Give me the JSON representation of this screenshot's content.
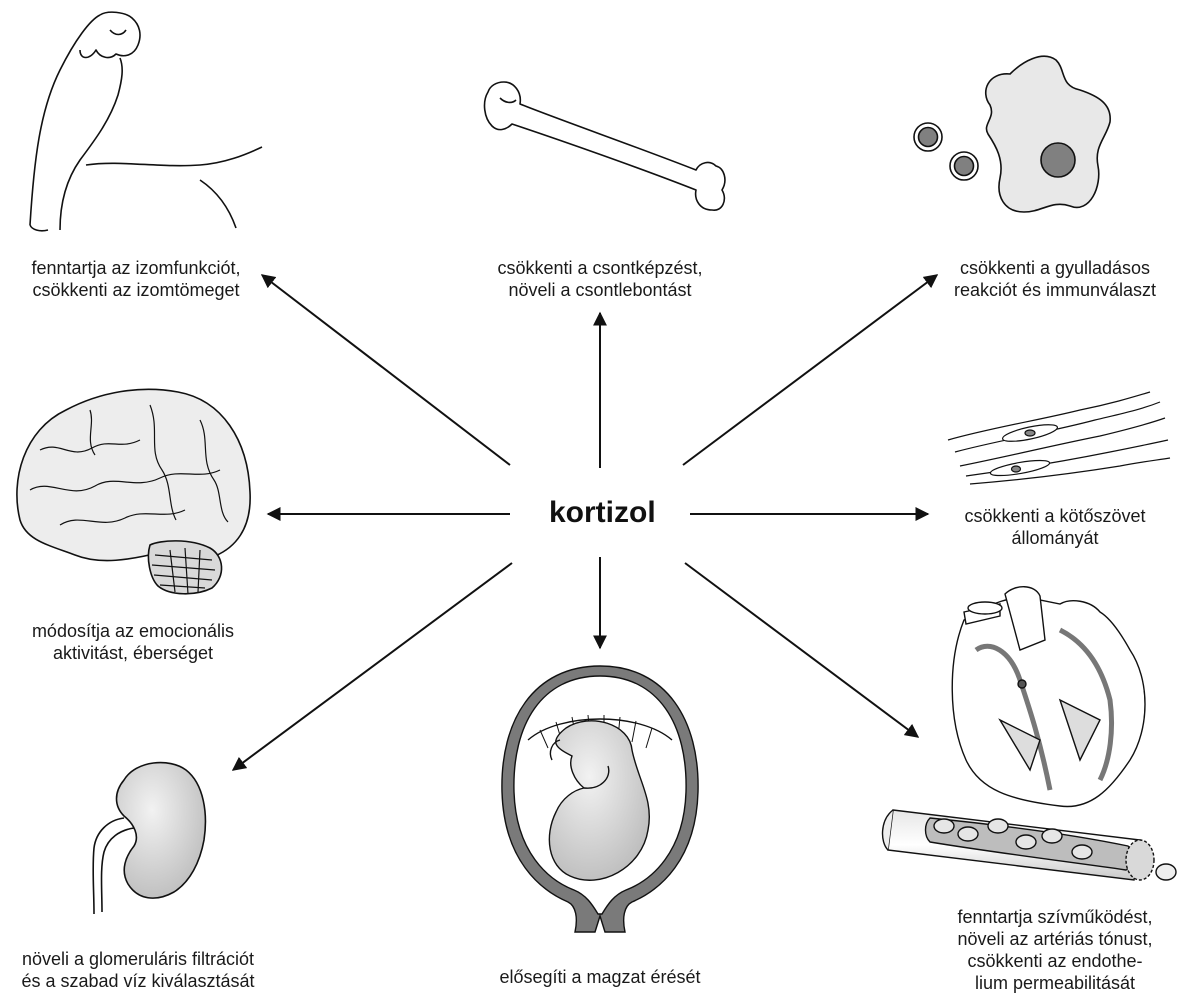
{
  "center": {
    "text": "kortizol"
  },
  "effects": [
    {
      "id": "muscle",
      "icon": "flexed-arm-icon",
      "lines": [
        "fenntartja az izomfunkciót,",
        "csökkenti az izomtömeget"
      ]
    },
    {
      "id": "bone",
      "icon": "bone-icon",
      "lines": [
        "csökkenti a csontképzést,",
        "növeli a csontlebontást"
      ]
    },
    {
      "id": "immune",
      "icon": "immune-cells-icon",
      "lines": [
        "csökkenti a gyulladásos",
        "reakciót és immunválaszt"
      ]
    },
    {
      "id": "brain",
      "icon": "brain-icon",
      "lines": [
        "módosítja az emocionális",
        "aktivitást, éberséget"
      ]
    },
    {
      "id": "connective",
      "icon": "connective-tissue-icon",
      "lines": [
        "csökkenti a kötőszövet",
        "állományát"
      ]
    },
    {
      "id": "kidney",
      "icon": "kidney-icon",
      "lines": [
        "növeli a glomeruláris filtrációt",
        "és a szabad víz kiválasztását"
      ]
    },
    {
      "id": "fetus",
      "icon": "fetus-in-uterus-icon",
      "lines": [
        "elősegíti a magzat érését"
      ]
    },
    {
      "id": "heart",
      "icon": "heart-and-vessel-icon",
      "lines": [
        "fenntartja szívműködést,",
        "növeli az artériás tónust,",
        "csökkenti az endothe-",
        "lium permeabilitását"
      ]
    }
  ]
}
